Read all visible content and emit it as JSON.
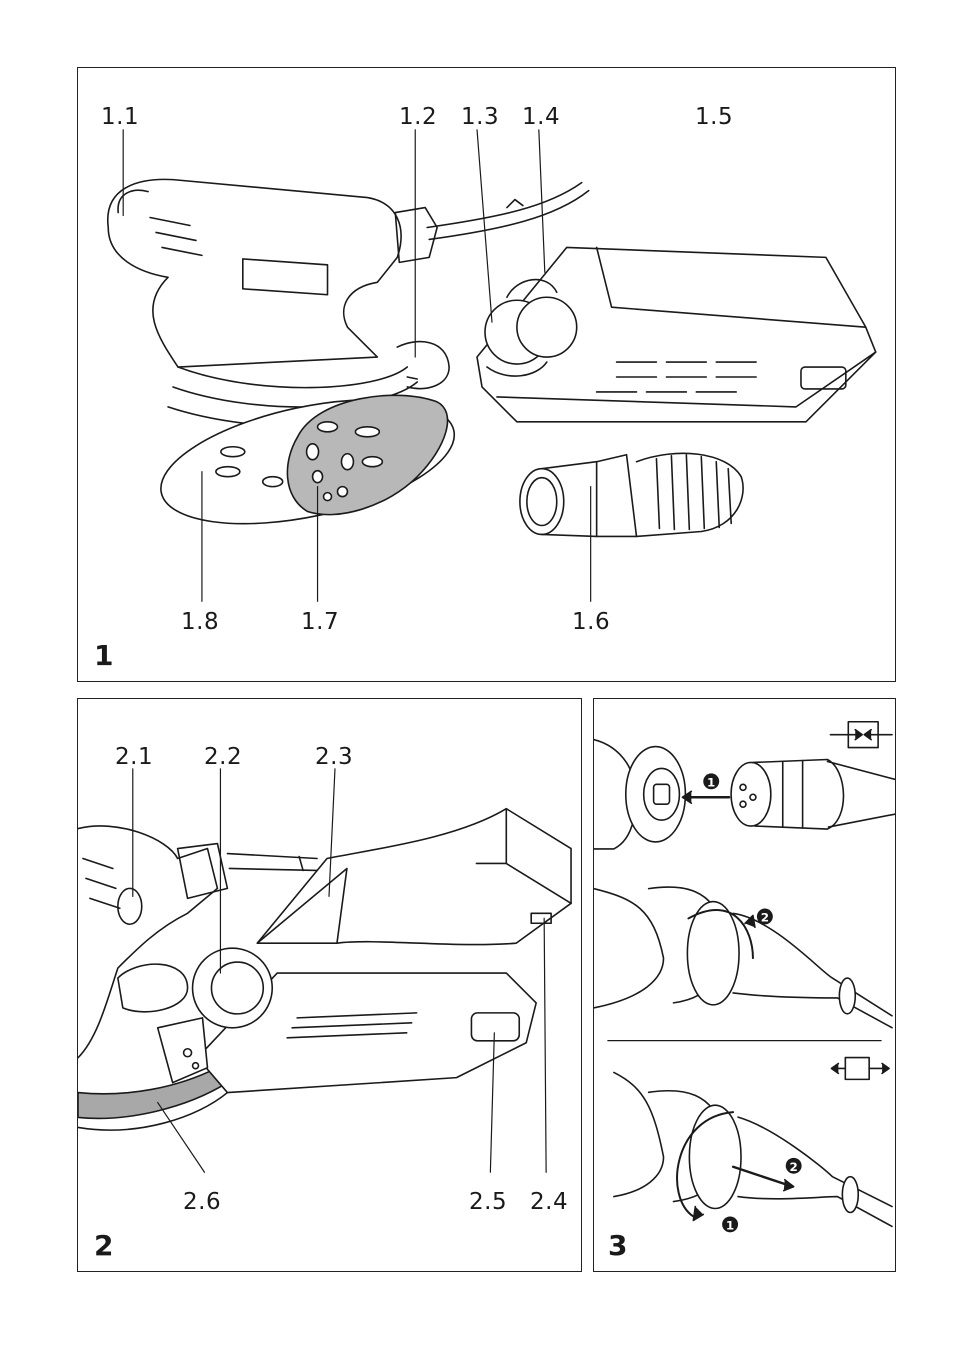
{
  "figure1": {
    "number": "1",
    "labels": {
      "l1_1": "1.1",
      "l1_2": "1.2",
      "l1_3": "1.3",
      "l1_4": "1.4",
      "l1_5": "1.5",
      "l1_6": "1.6",
      "l1_7": "1.7",
      "l1_8": "1.8"
    }
  },
  "figure2": {
    "number": "2",
    "labels": {
      "l2_1": "2.1",
      "l2_2": "2.2",
      "l2_3": "2.3",
      "l2_4": "2.4",
      "l2_5": "2.5",
      "l2_6": "2.6"
    }
  },
  "figure3": {
    "number": "3",
    "steps": {
      "one": "1",
      "two": "2"
    }
  },
  "colors": {
    "line": "#1a1a1a",
    "shade": "#9a9a9a",
    "light": "#d0d0d0"
  }
}
